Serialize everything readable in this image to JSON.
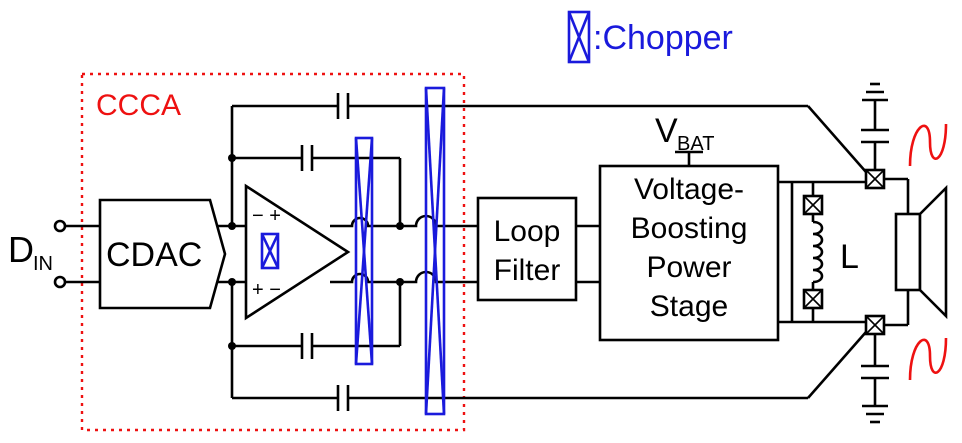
{
  "legend": {
    "symbol_icon": "chopper-switch-icon",
    "text": ":Chopper",
    "color": "#1a1adc"
  },
  "ccca": {
    "label": "CCCA",
    "color": "#ee1111"
  },
  "input": {
    "label_main": "D",
    "label_sub": "IN"
  },
  "cdac": {
    "label": "CDAC"
  },
  "loop_filter": {
    "line1": "Loop",
    "line2": "Filter"
  },
  "power_stage": {
    "line1": "Voltage-",
    "line2": "Boosting",
    "line3": "Power",
    "line4": "Stage"
  },
  "supply": {
    "label_main": "V",
    "label_sub": "BAT"
  },
  "inductor": {
    "label": "L",
    "icon": "inductor-icon"
  },
  "amplifier": {
    "icon": "amplifier-triangle-icon",
    "top_sign": "− +",
    "bottom_sign": "+ −"
  },
  "outputs": {
    "speaker_icon": "speaker-icon",
    "waveform_icon": "sine-wave-icon",
    "waveform_color": "#ee1111"
  }
}
